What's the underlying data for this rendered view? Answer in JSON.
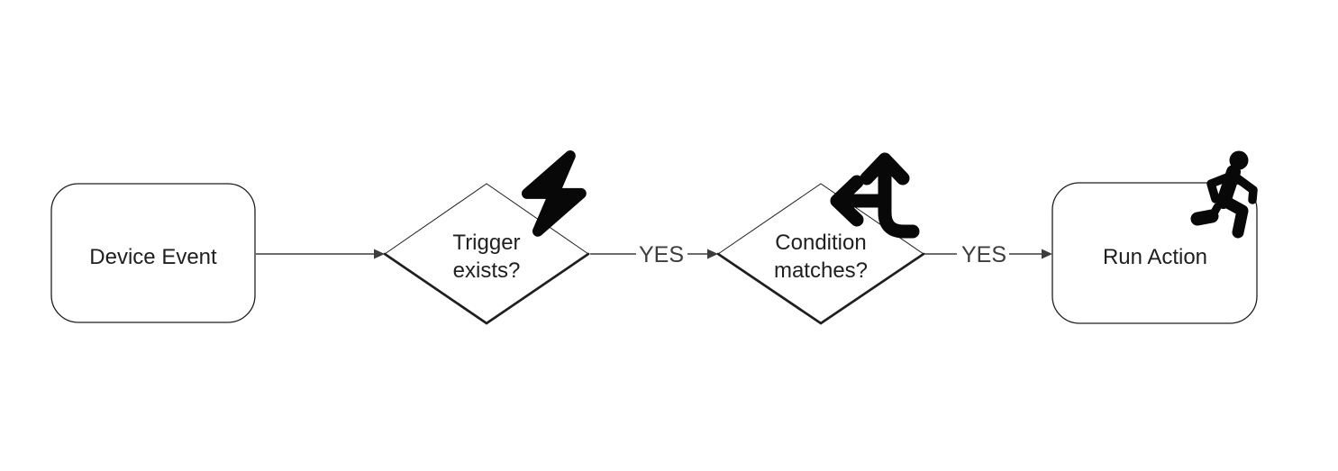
{
  "diagram": {
    "type": "flowchart",
    "orientation": "left-to-right",
    "colors": {
      "background": "#ffffff",
      "shape_stroke": "#1f1f1f",
      "edge_color": "#3d3d3d",
      "text_color": "#1f1f1f",
      "icon_color": "#080808"
    },
    "nodes": [
      {
        "id": "device-event",
        "shape": "rounded-rectangle",
        "label": "Device Event",
        "icon": null
      },
      {
        "id": "trigger-exists",
        "shape": "diamond",
        "label": "Trigger exists?",
        "label_line1": "Trigger",
        "label_line2": "exists?",
        "icon": "lightning-bolt-icon"
      },
      {
        "id": "condition-matches",
        "shape": "diamond",
        "label": "Condition matches?",
        "label_line1": "Condition",
        "label_line2": "matches?",
        "icon": "split-arrows-icon"
      },
      {
        "id": "run-action",
        "shape": "rounded-rectangle",
        "label": "Run Action",
        "icon": "person-running-icon"
      }
    ],
    "edges": [
      {
        "from": "device-event",
        "to": "trigger-exists",
        "label": ""
      },
      {
        "from": "trigger-exists",
        "to": "condition-matches",
        "label": "YES"
      },
      {
        "from": "condition-matches",
        "to": "run-action",
        "label": "YES"
      }
    ]
  }
}
